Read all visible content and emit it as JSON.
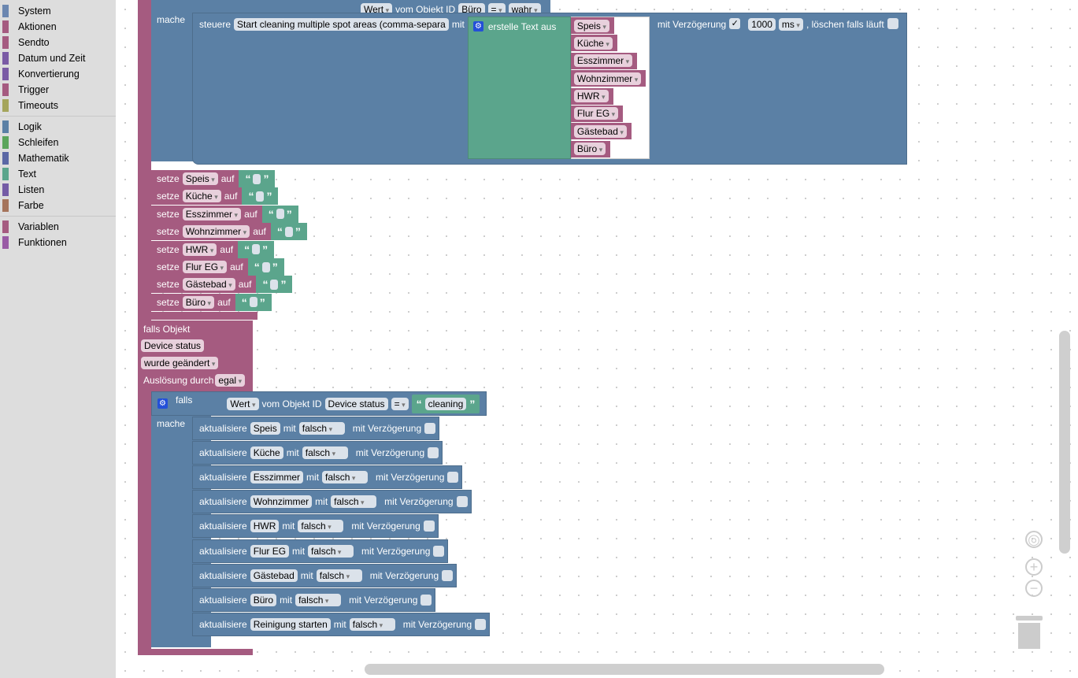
{
  "sidebar": {
    "groups": [
      [
        {
          "label": "System",
          "color": "#6b87b0"
        },
        {
          "label": "Aktionen",
          "color": "#a55b80"
        },
        {
          "label": "Sendto",
          "color": "#a55b80"
        },
        {
          "label": "Datum und Zeit",
          "color": "#7a5ba5"
        },
        {
          "label": "Konvertierung",
          "color": "#7a5ba5"
        },
        {
          "label": "Trigger",
          "color": "#a55b80"
        },
        {
          "label": "Timeouts",
          "color": "#a5a55b"
        }
      ],
      [
        {
          "label": "Logik",
          "color": "#5b80a5"
        },
        {
          "label": "Schleifen",
          "color": "#5ba55b"
        },
        {
          "label": "Mathematik",
          "color": "#5b67a5"
        },
        {
          "label": "Text",
          "color": "#5ba58c"
        },
        {
          "label": "Listen",
          "color": "#745ba5"
        },
        {
          "label": "Farbe",
          "color": "#a5745b"
        }
      ],
      [
        {
          "label": "Variablen",
          "color": "#a55b80"
        },
        {
          "label": "Funktionen",
          "color": "#995ba5"
        }
      ]
    ]
  },
  "top": {
    "wert": "Wert",
    "vom_objekt": "vom Objekt ID",
    "obj": "Büro",
    "op": "=",
    "val": "wahr",
    "mache": "mache",
    "steuere": "steuere",
    "steuere_target": "Start cleaning multiple spot areas (comma-separa",
    "mit": "mit",
    "create_text": "erstelle Text aus",
    "mit_verz": "mit Verzögerung",
    "delay_checked": "✓",
    "delay": "1000",
    "unit": "ms",
    "loeschen": ", löschen falls läuft"
  },
  "text_items": [
    "Speis",
    "Küche",
    "Esszimmer",
    "Wohnzimmer",
    "HWR",
    "Flur EG",
    "Gästebad",
    "Büro"
  ],
  "setze": {
    "label": "setze",
    "auf": "auf",
    "open_quote": "“",
    "close_quote": "”"
  },
  "trigger": {
    "falls_objekt": "falls Objekt",
    "device": "Device status",
    "changed": "wurde geändert",
    "ausloesung": "Auslösung durch",
    "egal": "egal"
  },
  "cond": {
    "falls": "falls",
    "mache": "mache",
    "wert": "Wert",
    "vom_objekt": "vom Objekt ID",
    "obj": "Device status",
    "op": "=",
    "value": "cleaning"
  },
  "aktualisiere": {
    "label": "aktualisiere",
    "mit": "mit",
    "value": "falsch",
    "verz": "mit Verzögerung",
    "items": [
      "Speis",
      "Küche",
      "Esszimmer",
      "Wohnzimmer",
      "HWR",
      "Flur EG",
      "Gästebad",
      "Büro",
      "Reinigung starten"
    ]
  }
}
